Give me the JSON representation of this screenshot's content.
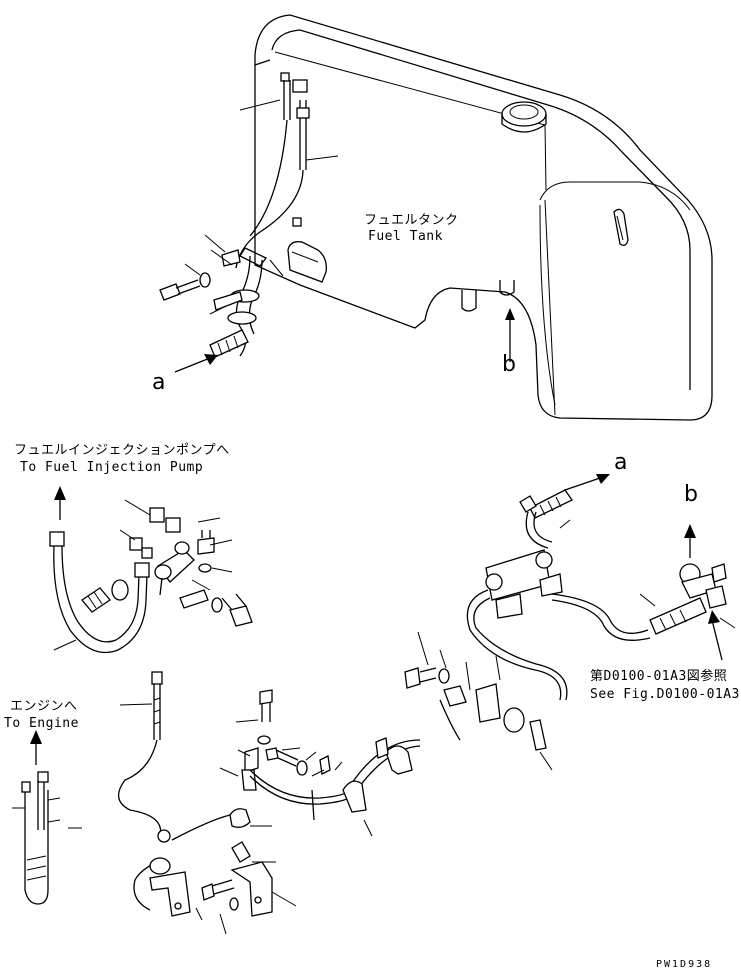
{
  "labels": {
    "fuel_tank_jp": "フュエルタンク",
    "fuel_tank_en": "Fuel Tank",
    "pump_jp": "フュエルインジェクションポンプへ",
    "pump_en": "To Fuel Injection Pump",
    "engine_jp": "エンジンへ",
    "engine_en": "To Engine",
    "ref_jp": "第D0100-01A3図参照",
    "ref_en": "See Fig.D0100-01A3",
    "marker_a1": "a",
    "marker_b1": "b",
    "marker_a2": "a",
    "marker_b2": "b",
    "drawing_code": "PW1D938"
  }
}
